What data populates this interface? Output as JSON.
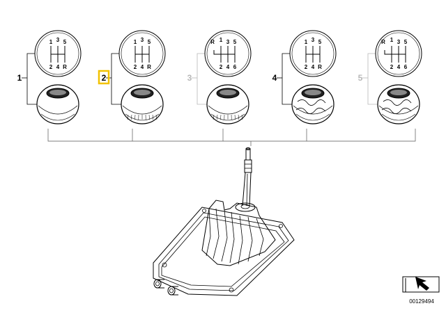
{
  "diagram": {
    "positions": [
      {
        "label": "1",
        "style": "normal",
        "gears": {
          "top": [
            "1",
            "3",
            "5"
          ],
          "bottom": [
            "2",
            "4",
            "R"
          ],
          "reverse_left": false
        }
      },
      {
        "label": "2",
        "style": "highlighted",
        "gears": {
          "top": [
            "1",
            "3",
            "5"
          ],
          "bottom": [
            "2",
            "4",
            "R"
          ],
          "reverse_left": false
        }
      },
      {
        "label": "3",
        "style": "faded",
        "gears": {
          "top": [
            "R",
            "1",
            "3",
            "5"
          ],
          "bottom": [
            "2",
            "4",
            "6"
          ],
          "reverse_left": true
        }
      },
      {
        "label": "4",
        "style": "normal",
        "gears": {
          "top": [
            "1",
            "3",
            "5"
          ],
          "bottom": [
            "2",
            "4",
            "R"
          ],
          "reverse_left": false
        }
      },
      {
        "label": "5",
        "style": "faded",
        "gears": {
          "top": [
            "R",
            "1",
            "3",
            "5"
          ],
          "bottom": [
            "2",
            "4",
            "6"
          ],
          "reverse_left": true
        }
      }
    ],
    "reference_number": "00129494",
    "colors": {
      "highlight": "#f2c200",
      "faded": "#b8b8b8",
      "line": "#000000"
    }
  }
}
